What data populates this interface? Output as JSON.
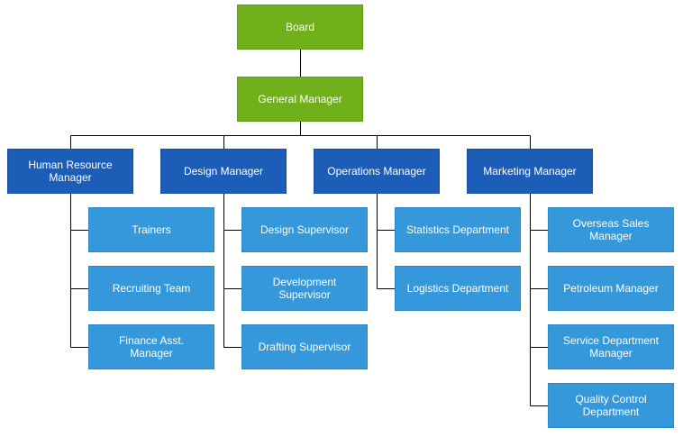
{
  "colors": {
    "top_level": "#70B01A",
    "manager_level": "#1C5DB8",
    "department_level": "#3498DB",
    "connector": "#000000"
  },
  "org_chart": {
    "root": "Board",
    "general_manager": "General Manager",
    "managers": [
      {
        "label": "Human Resource\nManager",
        "reports": [
          "Trainers",
          "Recruiting Team",
          "Finance Asst.\nManager"
        ]
      },
      {
        "label": "Design Manager",
        "reports": [
          "Design Supervisor",
          "Development\nSupervisor",
          "Drafting Supervisor"
        ]
      },
      {
        "label": "Operations Manager",
        "reports": [
          "Statistics Department",
          "Logistics Department"
        ]
      },
      {
        "label": "Marketing Manager",
        "reports": [
          "Overseas Sales\nManager",
          "Petroleum Manager",
          "Service Department\nManager",
          "Quality Control\nDepartment"
        ]
      }
    ]
  }
}
